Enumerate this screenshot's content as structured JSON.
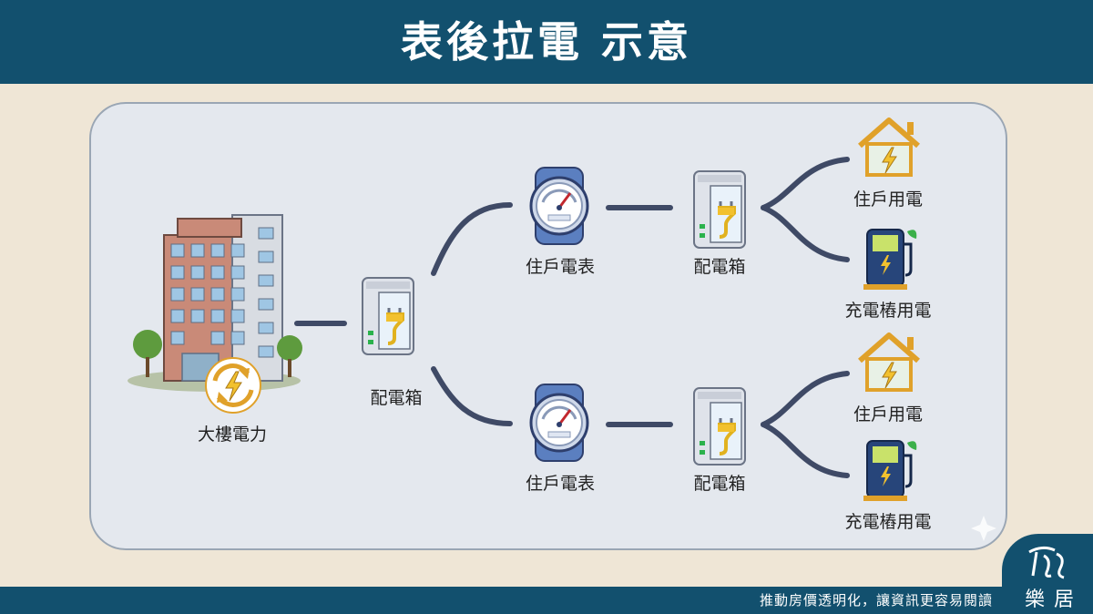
{
  "header": {
    "title": "表後拉電 示意"
  },
  "diagram": {
    "building_label": "大樓電力",
    "main_box_label": "配電箱",
    "branches": [
      {
        "meter_label": "住戶電表",
        "box_label": "配電箱",
        "outputs": [
          {
            "label": "住戶用電",
            "icon": "house-lightning-icon"
          },
          {
            "label": "充電樁用電",
            "icon": "ev-charger-icon"
          }
        ]
      },
      {
        "meter_label": "住戶電表",
        "box_label": "配電箱",
        "outputs": [
          {
            "label": "住戶用電",
            "icon": "house-lightning-icon"
          },
          {
            "label": "充電樁用電",
            "icon": "ev-charger-icon"
          }
        ]
      }
    ]
  },
  "footer": {
    "slogan": "推動房價透明化，讓資訊更容易閱讀",
    "brand": "樂居"
  },
  "colors": {
    "header_bg": "#12506e",
    "page_bg": "#efe6d6",
    "panel_bg": "#e4e8ee",
    "line": "#3f4a66",
    "bolt": "#f2c12e"
  }
}
